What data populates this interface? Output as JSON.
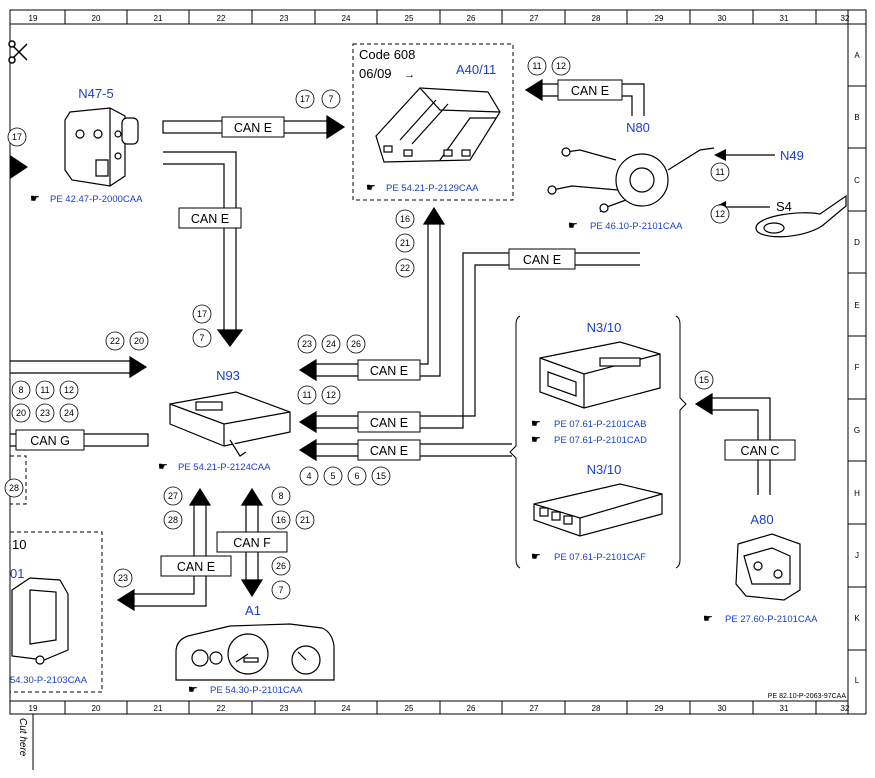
{
  "ruler": {
    "columns": [
      "19",
      "20",
      "21",
      "22",
      "23",
      "24",
      "25",
      "26",
      "27",
      "28",
      "29",
      "30",
      "31",
      "32"
    ],
    "rows": [
      "A",
      "B",
      "C",
      "D",
      "E",
      "F",
      "G",
      "H",
      "J",
      "K",
      "L"
    ]
  },
  "components": {
    "n47_5": "N47-5",
    "a40_11": "A40/11",
    "n80": "N80",
    "n49": "N49",
    "s4": "S4",
    "n93": "N93",
    "n3_10_top": "N3/10",
    "n3_10_bottom": "N3/10",
    "a80": "A80",
    "a1": "A1",
    "left_partial_10": "10",
    "left_partial_01": "01"
  },
  "code_box": {
    "code": "Code 608",
    "date": "06/09"
  },
  "refs": {
    "n47_5": "PE 42.47-P-2000CAA",
    "a40_11": "PE 54.21-P-2129CAA",
    "n80": "PE 46.10-P-2101CAA",
    "n93": "PE 54.21-P-2124CAA",
    "n3_10_a": "PE 07.61-P-2101CAB",
    "n3_10_b": "PE 07.61-P-2101CAD",
    "n3_10_c": "PE 07.61-P-2101CAF",
    "a80": "PE 27.60-P-2101CAA",
    "a1": "PE 54.30-P-2101CAA",
    "left_partial": "54.30-P-2103CAA"
  },
  "bus_labels": {
    "n47_to_a40": "CAN E",
    "n47_to_n93": "CAN E",
    "n80_to_a40": "CAN E",
    "n80_to_n93": "CAN E",
    "a40_to_n93": "CAN E",
    "n3_10_to_n93": "CAN E",
    "left_can_g": "CAN G",
    "n93_to_left": "CAN E",
    "n93_a1": "CAN F",
    "a80_to_n3_10": "CAN C"
  },
  "conn_numbers": {
    "c17_left": "17",
    "c17_top": "17",
    "c7_top": "7",
    "c11_n80": "11",
    "c12_n80": "12",
    "c17_n93": "17",
    "c7_n93": "7",
    "c22_left": "22",
    "c20_left": "20",
    "c16_a40": "16",
    "c21_a40": "21",
    "c22_a40": "22",
    "c23_n93": "23",
    "c24_n93": "24",
    "c26_n93": "26",
    "c11_n93": "11",
    "c12_n93": "12",
    "c8_left": "8",
    "c11_left": "11",
    "c12_left": "12",
    "c20_left2": "20",
    "c23_left": "23",
    "c24_left": "24",
    "c4": "4",
    "c5": "5",
    "c6": "6",
    "c15": "15",
    "c11_n49": "11",
    "c12_s4": "12",
    "c15_a80": "15",
    "c28_left": "28",
    "c27_n93": "27",
    "c28_n93": "28",
    "c8_a1": "8",
    "c16_a1": "16",
    "c21_a1": "21",
    "c26_a1": "26",
    "c7_a1": "7",
    "c23_left2": "23"
  },
  "footer": {
    "doc_id": "PE 82.10-P-2063-97CAA",
    "cut_here": "Cut here"
  }
}
